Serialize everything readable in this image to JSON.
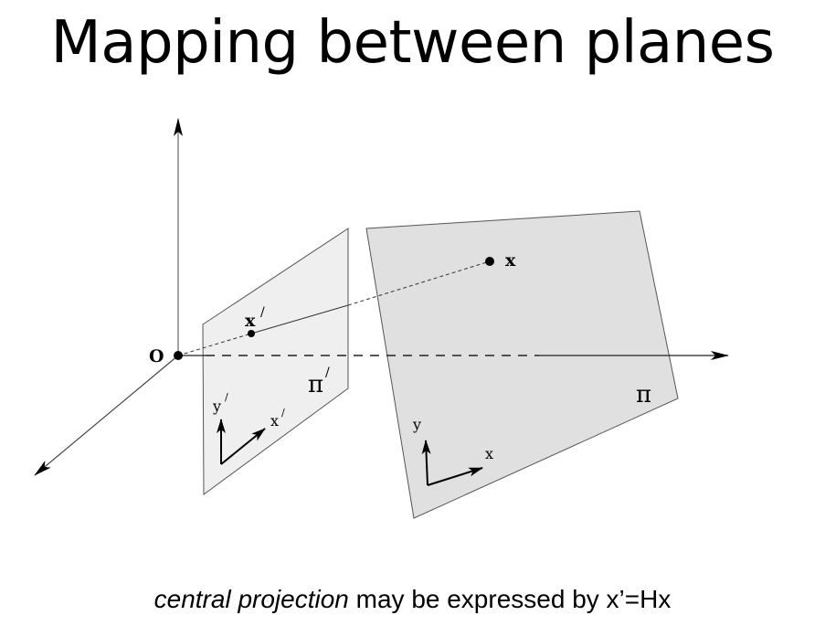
{
  "title": "Mapping between planes",
  "diagram": {
    "origin_label": "O",
    "point_x_label": "x",
    "point_x_prime_label": "x",
    "prime_mark": "/",
    "plane_pi_label": "π",
    "plane_pi_prime_label": "π",
    "axis_x_label": "x",
    "axis_y_label": "y",
    "axis_x_prime_label": "x",
    "axis_y_prime_label": "y"
  },
  "caption": {
    "italic_part": "central projection",
    "rest": " may be expressed by x’=Hx"
  }
}
